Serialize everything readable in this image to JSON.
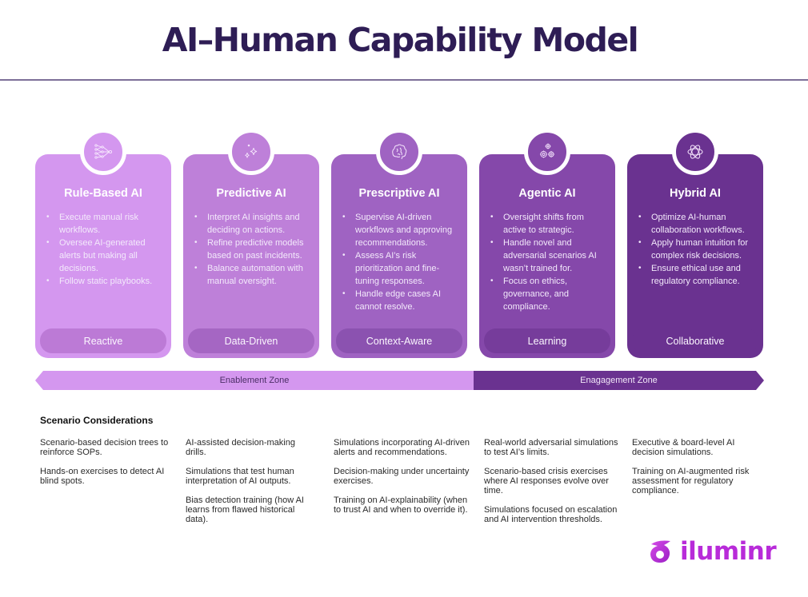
{
  "header": {
    "title": "AI–Human Capability Model"
  },
  "colors": {
    "title": "#2e1d55",
    "card_1": "#d497ef",
    "card_2": "#be80d9",
    "card_3": "#9f63c2",
    "card_4": "#8548aa",
    "card_5": "#6a3290",
    "brand": "#b82bd9"
  },
  "cards": [
    {
      "title": "Rule-Based AI",
      "icon": "network-nodes-icon",
      "bullets": [
        "Execute manual risk workflows.",
        "Oversee AI-generated alerts but making all decisions.",
        "Follow static playbooks."
      ],
      "badge": "Reactive"
    },
    {
      "title": "Predictive AI",
      "icon": "sparkles-icon",
      "bullets": [
        "Interpret AI insights and deciding on actions.",
        "Refine predictive models based on past incidents.",
        "Balance automation with manual oversight."
      ],
      "badge": "Data-Driven"
    },
    {
      "title": "Prescriptive AI",
      "icon": "brain-icon",
      "bullets": [
        "Supervise AI-driven workflows and approving recommendations.",
        "Assess AI’s risk prioritization and fine-tuning responses.",
        "Handle edge cases AI cannot resolve."
      ],
      "badge": "Context-Aware"
    },
    {
      "title": "Agentic AI",
      "icon": "gears-icon",
      "bullets": [
        "Oversight shifts from active to strategic.",
        "Handle novel and adversarial scenarios AI wasn’t trained for.",
        "Focus on ethics, governance, and compliance."
      ],
      "badge": "Learning"
    },
    {
      "title": "Hybrid AI",
      "icon": "interlocking-knot-icon",
      "bullets": [
        "Optimize AI-human collaboration workflows.",
        "Apply human intuition for complex risk decisions.",
        "Ensure ethical use and regulatory compliance."
      ],
      "badge": "Collaborative"
    }
  ],
  "zones": {
    "enablement": "Enablement Zone",
    "engagement": "Enagagement Zone"
  },
  "scenarios": {
    "title": "Scenario Considerations",
    "columns": [
      [
        "Scenario-based decision trees to reinforce SOPs.",
        "Hands-on exercises to detect AI blind spots."
      ],
      [
        "AI-assisted decision-making drills.",
        "Simulations that test human interpretation of AI outputs.",
        "Bias detection training (how AI learns from flawed historical data)."
      ],
      [
        "Simulations incorporating AI-driven alerts and recommendations.",
        "Decision-making under uncertainty exercises.",
        "Training on AI-explainability (when to trust AI and when to override it)."
      ],
      [
        "Real-world adversarial simulations to test AI’s limits.",
        "Scenario-based crisis exercises where AI responses evolve over time.",
        "Simulations focused on escalation and AI intervention thresholds."
      ],
      [
        "Executive & board-level AI decision simulations.",
        "Training on AI-augmented risk assessment for regulatory compliance."
      ]
    ]
  },
  "brand": {
    "name": "iluminr"
  }
}
